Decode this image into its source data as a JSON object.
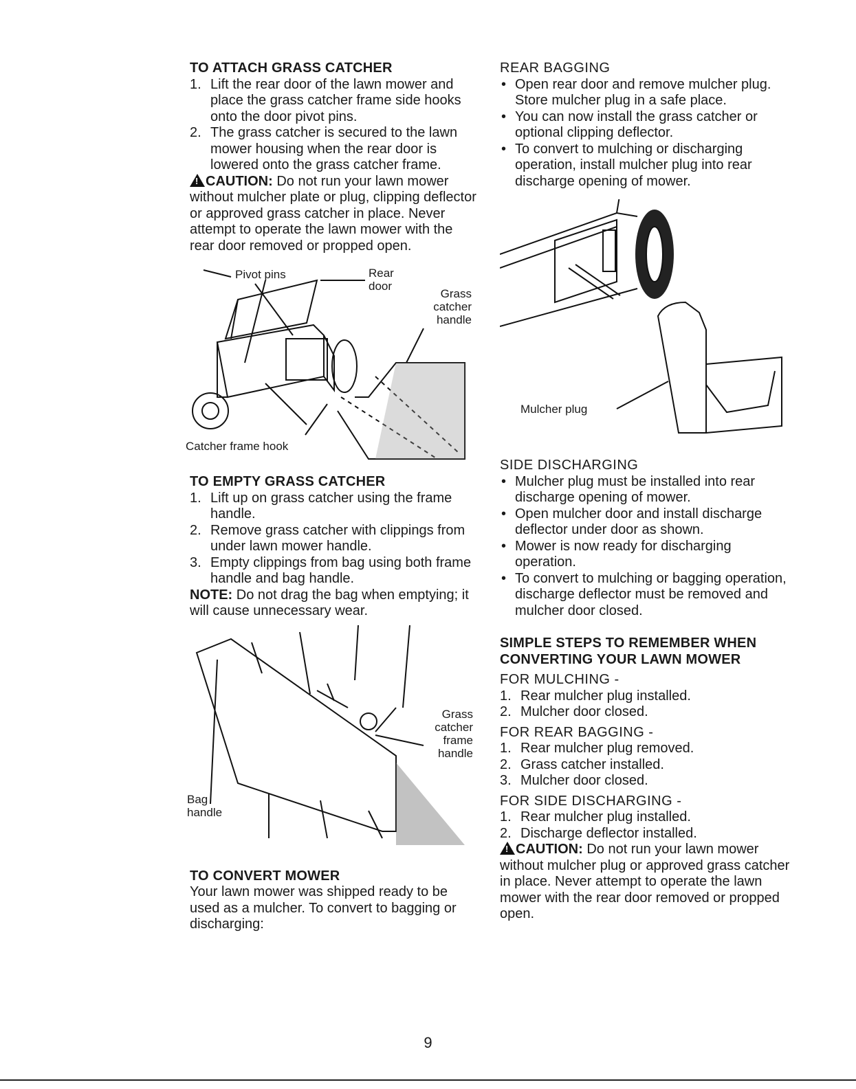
{
  "left": {
    "attach": {
      "heading": "TO ATTACH GRASS CATCHER",
      "steps": [
        {
          "num": "1.",
          "text": "Lift the rear door of the lawn mower and place the grass catcher frame side hooks onto the door pivot pins."
        },
        {
          "num": "2.",
          "text": "The grass catcher is secured to the lawn mower housing when the rear door is lowered onto the grass catcher frame."
        }
      ],
      "caution_label": "CAUTION:",
      "caution_text": "Do not run your lawn mower without mulcher plate or plug, clipping deflector or approved grass catcher in place. Never attempt to operate the lawn mower with the rear door removed or propped open."
    },
    "fig1": {
      "pivot_pins": "Pivot pins",
      "rear_door": "Rear door",
      "grass_catcher_handle": "Grass catcher handle",
      "catcher_frame_hook": "Catcher frame hook"
    },
    "empty": {
      "heading": "TO EMPTY GRASS CATCHER",
      "steps": [
        {
          "num": "1.",
          "text": "Lift up on grass catcher using the frame handle."
        },
        {
          "num": "2.",
          "text": "Remove grass catcher with clippings from under lawn mower handle."
        },
        {
          "num": "3.",
          "text": "Empty clippings from bag using both frame handle and bag handle."
        }
      ],
      "note_label": "NOTE:",
      "note_text": "Do not drag the bag when emptying; it will cause unnecessary wear."
    },
    "fig2": {
      "frame_handle": "Grass catcher frame handle",
      "bag_handle": "Bag handle"
    },
    "convert": {
      "heading": "TO CONVERT MOWER",
      "text": "Your lawn mower was shipped ready to be used as a mulcher. To convert to bagging or discharging:"
    }
  },
  "right": {
    "rear_bagging": {
      "heading": "REAR BAGGING",
      "bullets": [
        "Open rear door and remove mulcher plug. Store mulcher plug in a safe place.",
        "You can now install the grass catcher or optional clipping deflector.",
        "To convert to mulching or discharging operation, install mulcher plug into rear discharge opening of mower."
      ]
    },
    "fig3": {
      "mulcher_plug": "Mulcher plug"
    },
    "side_discharging": {
      "heading": "SIDE DISCHARGING",
      "bullets": [
        "Mulcher plug must be installed into rear discharge opening of mower.",
        "Open mulcher door and install discharge deflector under door as shown.",
        "Mower is now ready for discharging operation.",
        "To convert to mulching or bagging operation, discharge deflector must be removed and mulcher door closed."
      ]
    },
    "simple_steps": {
      "heading": "SIMPLE STEPS TO REMEMBER WHEN CONVERTING YOUR LAWN MOWER",
      "mulching": {
        "heading": "FOR MULCHING -",
        "steps": [
          {
            "num": "1.",
            "text": "Rear mulcher plug installed."
          },
          {
            "num": "2.",
            "text": "Mulcher door closed."
          }
        ]
      },
      "rear_bagging": {
        "heading": "FOR REAR BAGGING -",
        "steps": [
          {
            "num": "1.",
            "text": "Rear mulcher plug removed."
          },
          {
            "num": "2.",
            "text": "Grass catcher installed."
          },
          {
            "num": "3.",
            "text": "Mulcher door closed."
          }
        ]
      },
      "side_discharging": {
        "heading": "FOR SIDE DISCHARGING -",
        "steps": [
          {
            "num": "1.",
            "text": "Rear mulcher plug installed."
          },
          {
            "num": "2.",
            "text": "Discharge deflector installed."
          }
        ]
      },
      "caution_label": "CAUTION:",
      "caution_text": "Do not run your lawn mower without mulcher plug or approved grass catcher in place. Never attempt to operate the lawn mower with the rear door removed or propped open."
    }
  },
  "page_number": "9"
}
